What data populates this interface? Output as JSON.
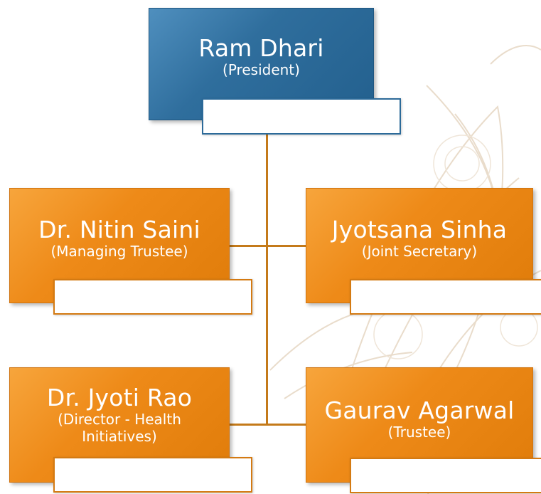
{
  "org_chart": {
    "president": {
      "name": "Ram Dhari",
      "role": "(President)"
    },
    "managing_trustee": {
      "name": "Dr. Nitin Saini",
      "role": "(Managing Trustee)"
    },
    "joint_secretary": {
      "name": "Jyotsana Sinha",
      "role": "(Joint Secretary)"
    },
    "director": {
      "name": "Dr. Jyoti Rao",
      "role": "(Director - Health Initiatives)"
    },
    "trustee": {
      "name": "Gaurav Agarwal",
      "role": "(Trustee)"
    }
  },
  "colors": {
    "president_box": "#2f6e9d",
    "member_box": "#ee8a18",
    "connector": "#c47a1a",
    "background_ornament": "#e9dccb"
  }
}
